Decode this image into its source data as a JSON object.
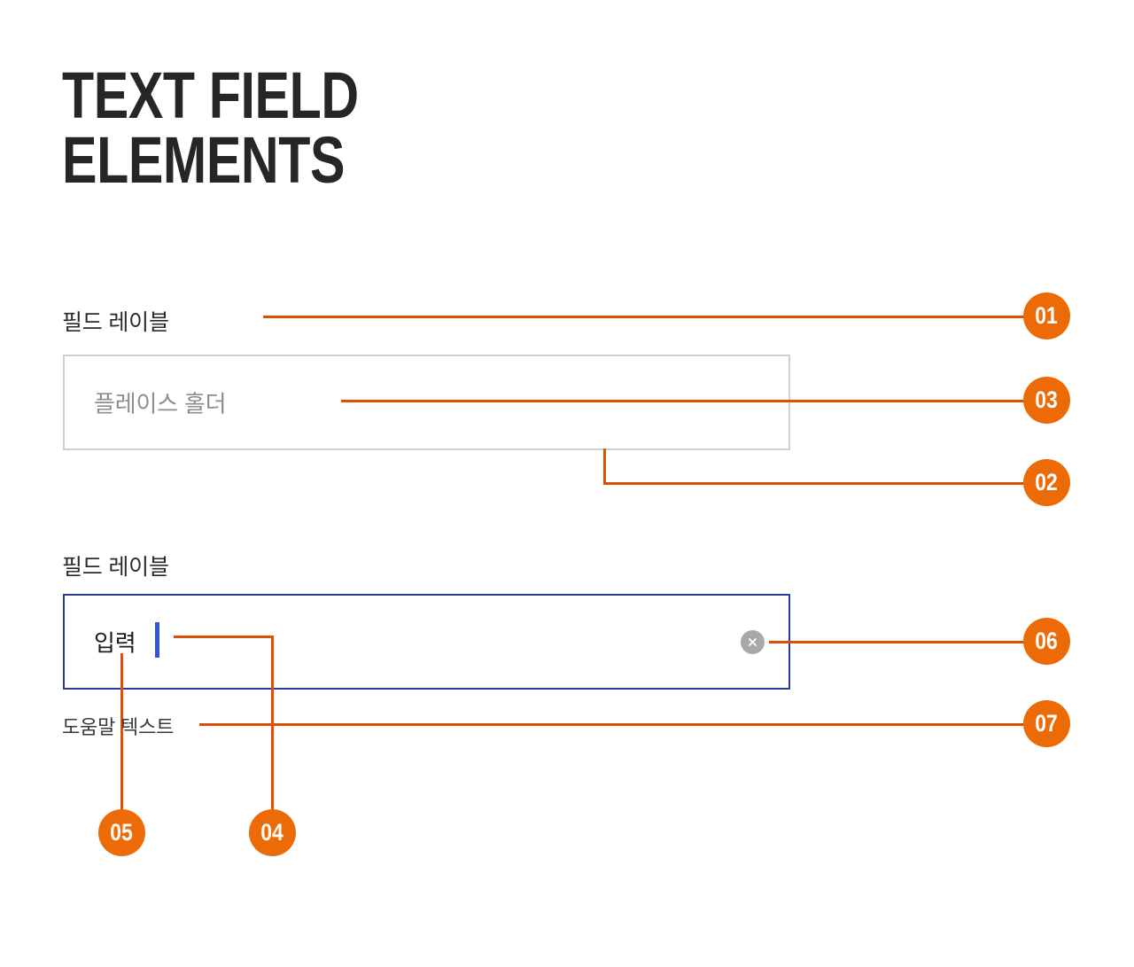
{
  "page": {
    "title": "TEXT FIELD\nELEMENTS",
    "background_color": "#ffffff",
    "accent_color": "#ed6b06",
    "leader_color": "#e04e06",
    "focus_color": "#2a3c9e",
    "title_color": "#262626"
  },
  "fields": [
    {
      "id": "default",
      "label": "필드 레이블",
      "placeholder": "플레이스 홀더",
      "value": "",
      "state": "default",
      "border_color": "#cfcfcf",
      "placeholder_color": "#8d8d8d"
    },
    {
      "id": "focused",
      "label": "필드 레이블",
      "placeholder": "",
      "value": "입력",
      "helper_text": "도움말 텍스트",
      "state": "focused",
      "border_color": "#2a3c9e",
      "caret_color": "#3355dd",
      "clear_icon": "close-circle-icon",
      "clear_icon_color": "#a8a8a8"
    }
  ],
  "callouts": [
    {
      "number": "01",
      "target": "field-label"
    },
    {
      "number": "02",
      "target": "field-container"
    },
    {
      "number": "03",
      "target": "placeholder-text"
    },
    {
      "number": "04",
      "target": "text-caret"
    },
    {
      "number": "05",
      "target": "input-value-text"
    },
    {
      "number": "06",
      "target": "clear-button"
    },
    {
      "number": "07",
      "target": "helper-text"
    }
  ]
}
